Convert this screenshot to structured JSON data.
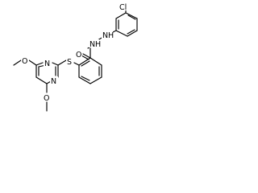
{
  "molecule": {
    "labels": {
      "cl": "Cl",
      "nh_upper": "N",
      "h_upper": "H",
      "nh_lower": "N",
      "h_lower": "H",
      "carbonyl_o": "O",
      "thioether_s": "S",
      "ring_n_upper": "N",
      "ring_n_lower": "N",
      "methoxy_o_upper": "O",
      "methoxy_o_lower": "O"
    }
  },
  "colors": {
    "bond": "#000000",
    "label": "#000000",
    "background": "#ffffff"
  }
}
